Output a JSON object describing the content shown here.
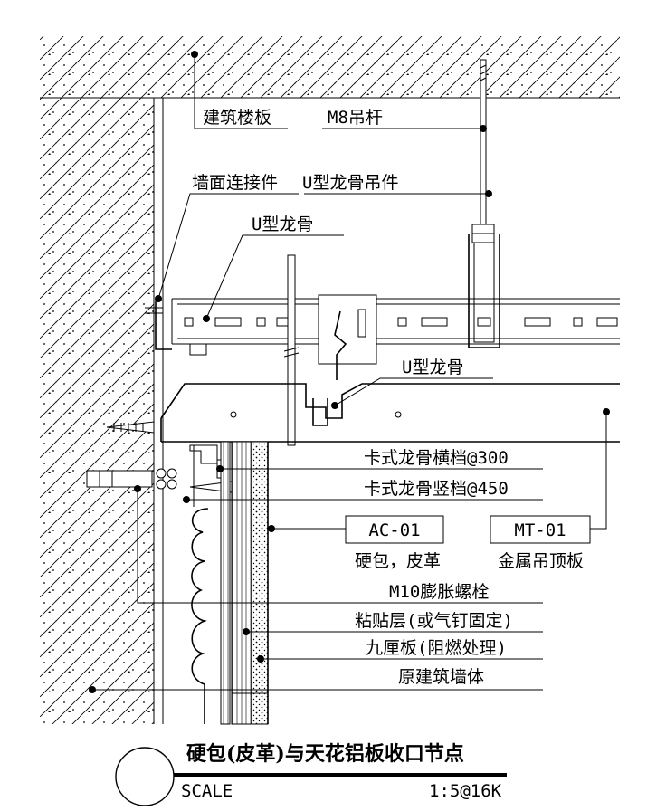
{
  "labels": {
    "slab": "建筑楼板",
    "rod": "M8吊杆",
    "wall_connector": "墙面连接件",
    "u_hanger": "U型龙骨吊件",
    "u_keel_top": "U型龙骨",
    "u_keel_mid": "U型龙骨",
    "card_horizontal": "卡式龙骨横档@300",
    "card_vertical": "卡式龙骨竖档@450",
    "tag_ac": "AC-01",
    "tag_mt": "MT-01",
    "ac_desc": "硬包，皮革",
    "mt_desc": "金属吊顶板",
    "bolt": "M10膨胀螺栓",
    "adhesive": "粘贴层(或气钉固定)",
    "board": "九厘板(阻燃处理)",
    "wall": "原建筑墙体"
  },
  "title_block": {
    "title": "硬包(皮革)与天花铝板收口节点",
    "scale_label": "SCALE",
    "scale_value": "1:5@16K"
  }
}
